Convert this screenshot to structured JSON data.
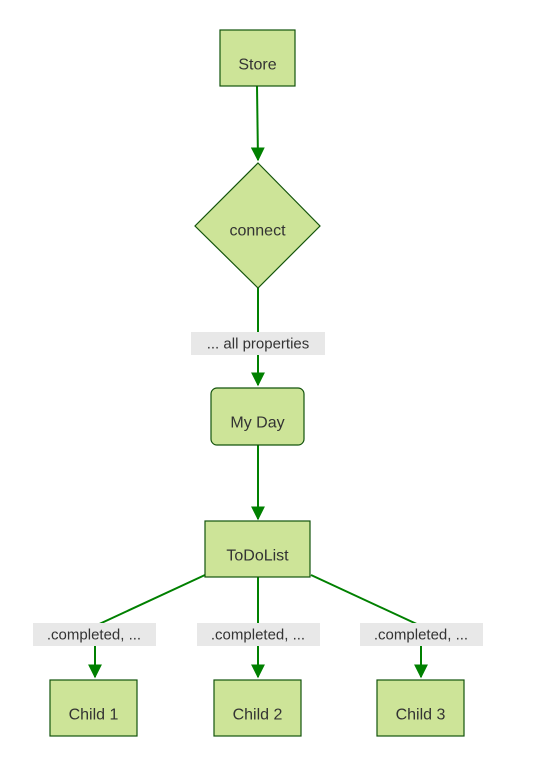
{
  "colors": {
    "node_fill": "#cde498",
    "node_stroke": "#13540c",
    "edge": "#008000",
    "label_bg": "#e8e8e8",
    "text": "#333333"
  },
  "nodes": {
    "store": {
      "label": "Store",
      "shape": "rectangle"
    },
    "connect": {
      "label": "connect",
      "shape": "diamond"
    },
    "my_day": {
      "label": "My Day",
      "shape": "rounded-rectangle"
    },
    "todolist": {
      "label": "ToDoList",
      "shape": "rectangle"
    },
    "child1": {
      "label": "Child 1",
      "shape": "rectangle"
    },
    "child2": {
      "label": "Child 2",
      "shape": "rectangle"
    },
    "child3": {
      "label": "Child 3",
      "shape": "rectangle"
    }
  },
  "edges": [
    {
      "from": "Store",
      "to": "connect",
      "label": ""
    },
    {
      "from": "connect",
      "to": "My Day",
      "label": "... all properties"
    },
    {
      "from": "My Day",
      "to": "ToDoList",
      "label": ""
    },
    {
      "from": "ToDoList",
      "to": "Child 1",
      "label": ".completed, ..."
    },
    {
      "from": "ToDoList",
      "to": "Child 2",
      "label": ".completed, ..."
    },
    {
      "from": "ToDoList",
      "to": "Child 3",
      "label": ".completed, ..."
    }
  ]
}
